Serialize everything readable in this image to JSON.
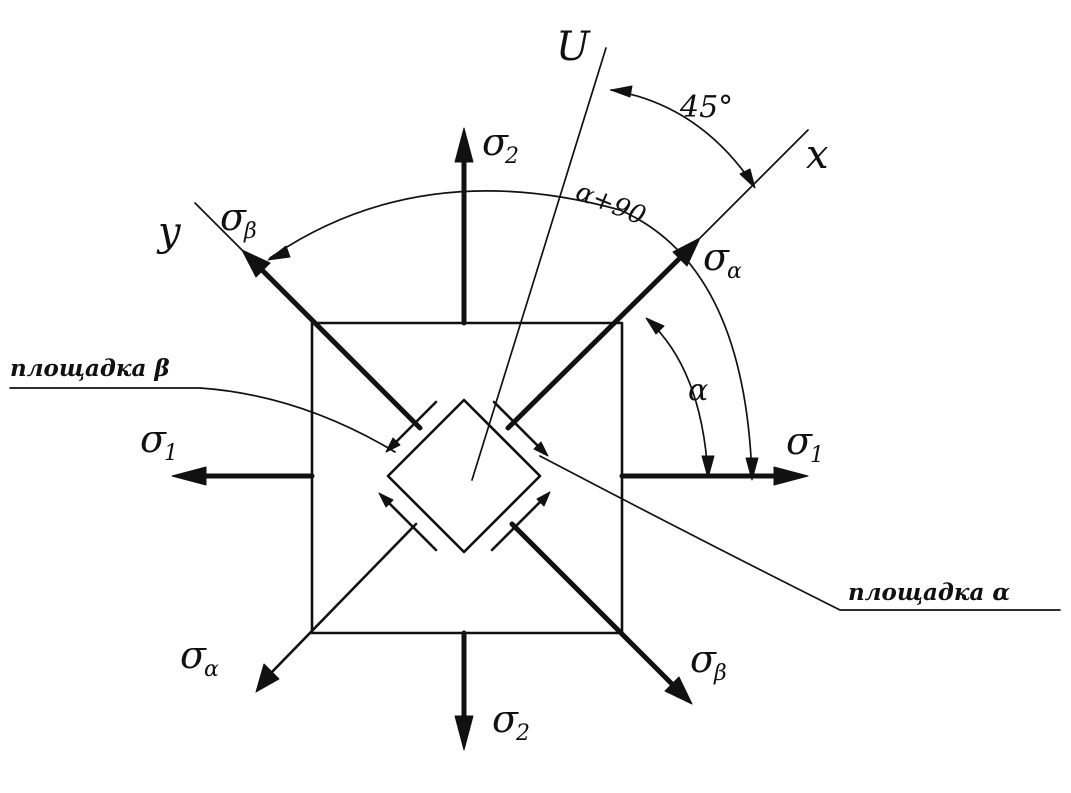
{
  "axes": {
    "u": "U",
    "x": "x",
    "y": "y"
  },
  "angles": {
    "deg45": "45°",
    "alpha_plus_90": "α+90",
    "alpha": "α"
  },
  "stresses": {
    "symbol": "σ",
    "sub_1": "1",
    "sub_2": "2",
    "sub_alpha": "α",
    "sub_beta": "β"
  },
  "planes": {
    "beta": "площадка β",
    "alpha": "площадка α"
  }
}
